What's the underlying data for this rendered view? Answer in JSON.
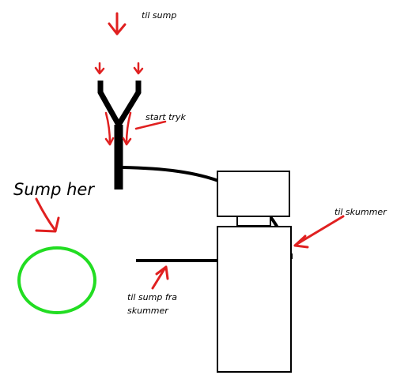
{
  "labels": {
    "til_sump": "til sump",
    "start_tryk": "start tryk",
    "sump_her": "Sump her",
    "til_skummer": "til skummer",
    "til_sump_fra_line1": "til sump fra",
    "til_sump_fra_line2": "skummer"
  },
  "colors": {
    "ink": "#000000",
    "arrow": "#e02020",
    "sump": "#22dd22"
  }
}
